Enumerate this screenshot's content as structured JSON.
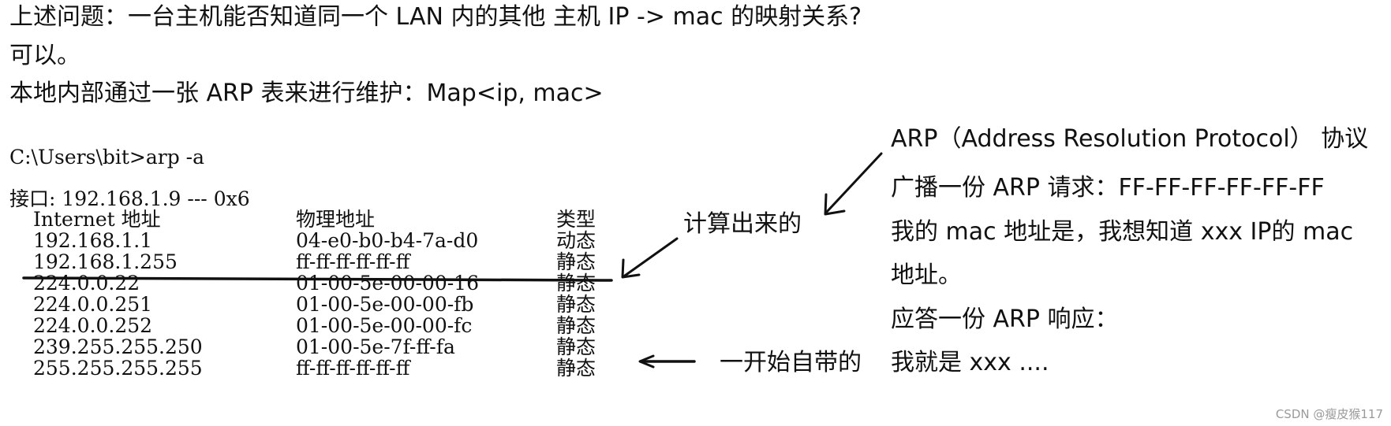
{
  "prose": {
    "question": "上述问题：一台主机能否知道同一个 LAN 内的其他 主机  IP -> mac 的映射关系?",
    "answer": "可以。",
    "explanation": "本地内部通过一张 ARP 表来进行维护：Map<ip, mac>"
  },
  "console": {
    "prompt": "C:\\Users\\bit>arp -a",
    "interface_line": "接口: 192.168.1.9 --- 0x6",
    "headers": {
      "ip": "Internet 地址",
      "mac": "物理地址",
      "type": "类型"
    },
    "rows": [
      {
        "ip": "192.168.1.1",
        "mac": "04-e0-b0-b4-7a-d0",
        "type": "动态"
      },
      {
        "ip": "192.168.1.255",
        "mac": "ff-ff-ff-ff-ff-ff",
        "type": "静态"
      },
      {
        "ip": "224.0.0.22",
        "mac": "01-00-5e-00-00-16",
        "type": "静态"
      },
      {
        "ip": "224.0.0.251",
        "mac": "01-00-5e-00-00-fb",
        "type": "静态"
      },
      {
        "ip": "224.0.0.252",
        "mac": "01-00-5e-00-00-fc",
        "type": "静态"
      },
      {
        "ip": "239.255.255.250",
        "mac": "01-00-5e-7f-ff-fa",
        "type": "静态"
      },
      {
        "ip": "255.255.255.255",
        "mac": "ff-ff-ff-ff-ff-ff",
        "type": "静态"
      }
    ]
  },
  "annotations": {
    "computed": "计算出来的",
    "builtin": "一开始自带的"
  },
  "arp_notes": {
    "title": "ARP（Address Resolution Protocol） 协议",
    "line1": "广播一份 ARP 请求：FF-FF-FF-FF-FF-FF",
    "line2": "我的 mac 地址是，我想知道 xxx IP的 mac",
    "line3": "地址。",
    "line4": "应答一份 ARP 响应：",
    "line5": "我就是 xxx ...."
  },
  "watermark": "CSDN @瘦皮猴117",
  "colors": {
    "ink": "#111111",
    "watermark": "#9a9a9a"
  }
}
